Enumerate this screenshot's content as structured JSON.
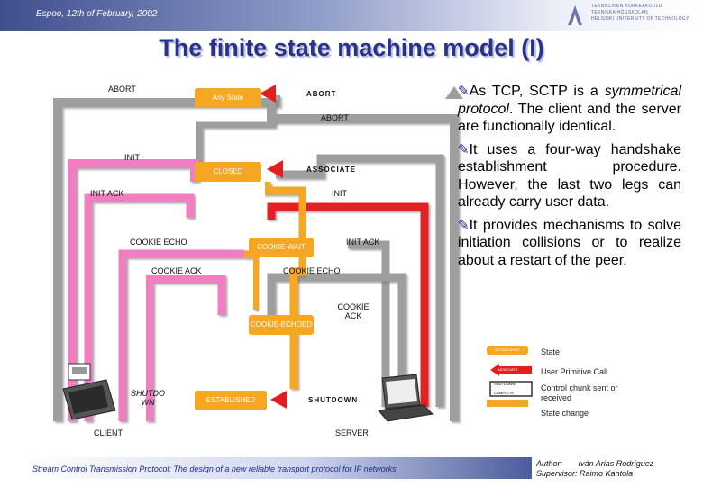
{
  "header": {
    "date": "Espoo, 12th of February, 2002",
    "logo_lines": [
      "TEKNILLINEN KORKEAKOULU",
      "TEKNISKA HÖGSKOLAN",
      "HELSINKI UNIVERSITY OF TECHNOLOGY"
    ]
  },
  "title": "The finite state machine model (I)",
  "diagram": {
    "states": {
      "any": "Any State",
      "closed": "CLOSED",
      "cookie_wait": "COOKIE-WAIT",
      "cookie_echoed": "COOKIE-ECHOED",
      "established": "ESTABLISHED"
    },
    "labels": {
      "abort_top": "ABORT",
      "abort_user": "ABORT",
      "abort_recv": "ABORT",
      "init_left": "INIT",
      "associate": "ASSOCIATE",
      "init_ack_left": "INIT ACK",
      "init_right": "INIT",
      "cookie_echo_left": "COOKIE ECHO",
      "init_ack_right": "INIT ACK",
      "cookie_ack_left": "COOKIE ACK",
      "cookie_echo_right": "COOKIE ECHO",
      "cookie_ack_right": "COOKIE ACK",
      "shutdown_left": "SHUTDO WN",
      "shutdown": "SHUTDOWN",
      "client": "CLIENT",
      "server": "SERVER"
    }
  },
  "bullets": [
    {
      "lead": "As TCP, SCTP is a ",
      "em": "symmetrical protocol",
      "rest": ". The client and the server are functionally identical."
    },
    {
      "lead": "It uses a four-way handshake establishment procedure. However, the last two legs can already carry user data.",
      "em": "",
      "rest": ""
    },
    {
      "lead": "It provides mechanisms to solve initiation collisions or to realize about a restart of the peer.",
      "em": "",
      "rest": ""
    }
  ],
  "legend": {
    "items": [
      "State",
      "User Primitive Call",
      "Control chunk sent or received",
      "State change"
    ],
    "mini": {
      "state": "ESTABLISHED",
      "primitive": "ASSOCIATE",
      "chunk_top": "SHUTDOWN",
      "chunk_bottom": "COMPLETE"
    }
  },
  "footer": {
    "text": "Stream Control Transmission Protocol: The design of a new reliable transport protocol for IP networks",
    "author_label": "Author:",
    "author": "Iván Arias Rodríguez",
    "supervisor_label": "Supervisor:",
    "supervisor": "Raimo Kantola"
  },
  "colors": {
    "state": "#f5a623",
    "primitive": "#e02020",
    "chunk_client": "#f07ec0",
    "chunk_server": "#9a9a9a",
    "shutdown_border": "#2c2c2c",
    "title": "#26328c"
  }
}
